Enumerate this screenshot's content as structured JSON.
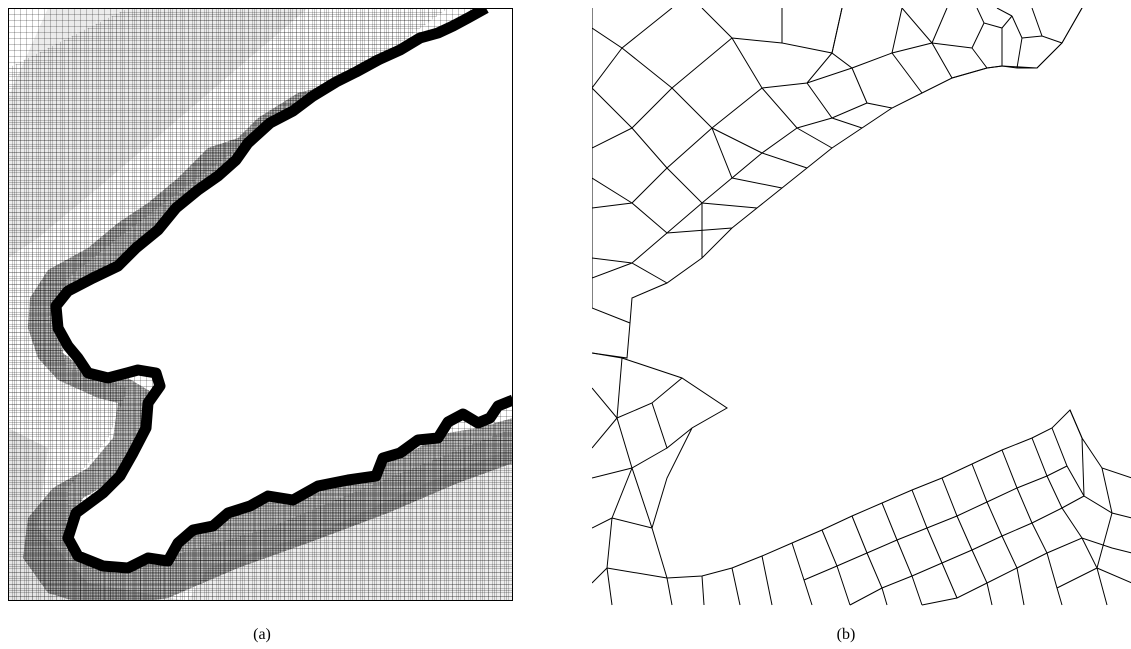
{
  "figure": {
    "panels": [
      {
        "label": "(a)",
        "description_key": "fine-mesh"
      },
      {
        "label": "(b)",
        "description_key": "coarse-mesh"
      }
    ],
    "colors": {
      "background": "#ffffff",
      "mesh_line": "#000000",
      "mesh_fill_light": "#d8d8d8",
      "mesh_fill_mid": "#9a9a9a",
      "mesh_fill_dark": "#555555",
      "boundary": "#000000"
    }
  }
}
